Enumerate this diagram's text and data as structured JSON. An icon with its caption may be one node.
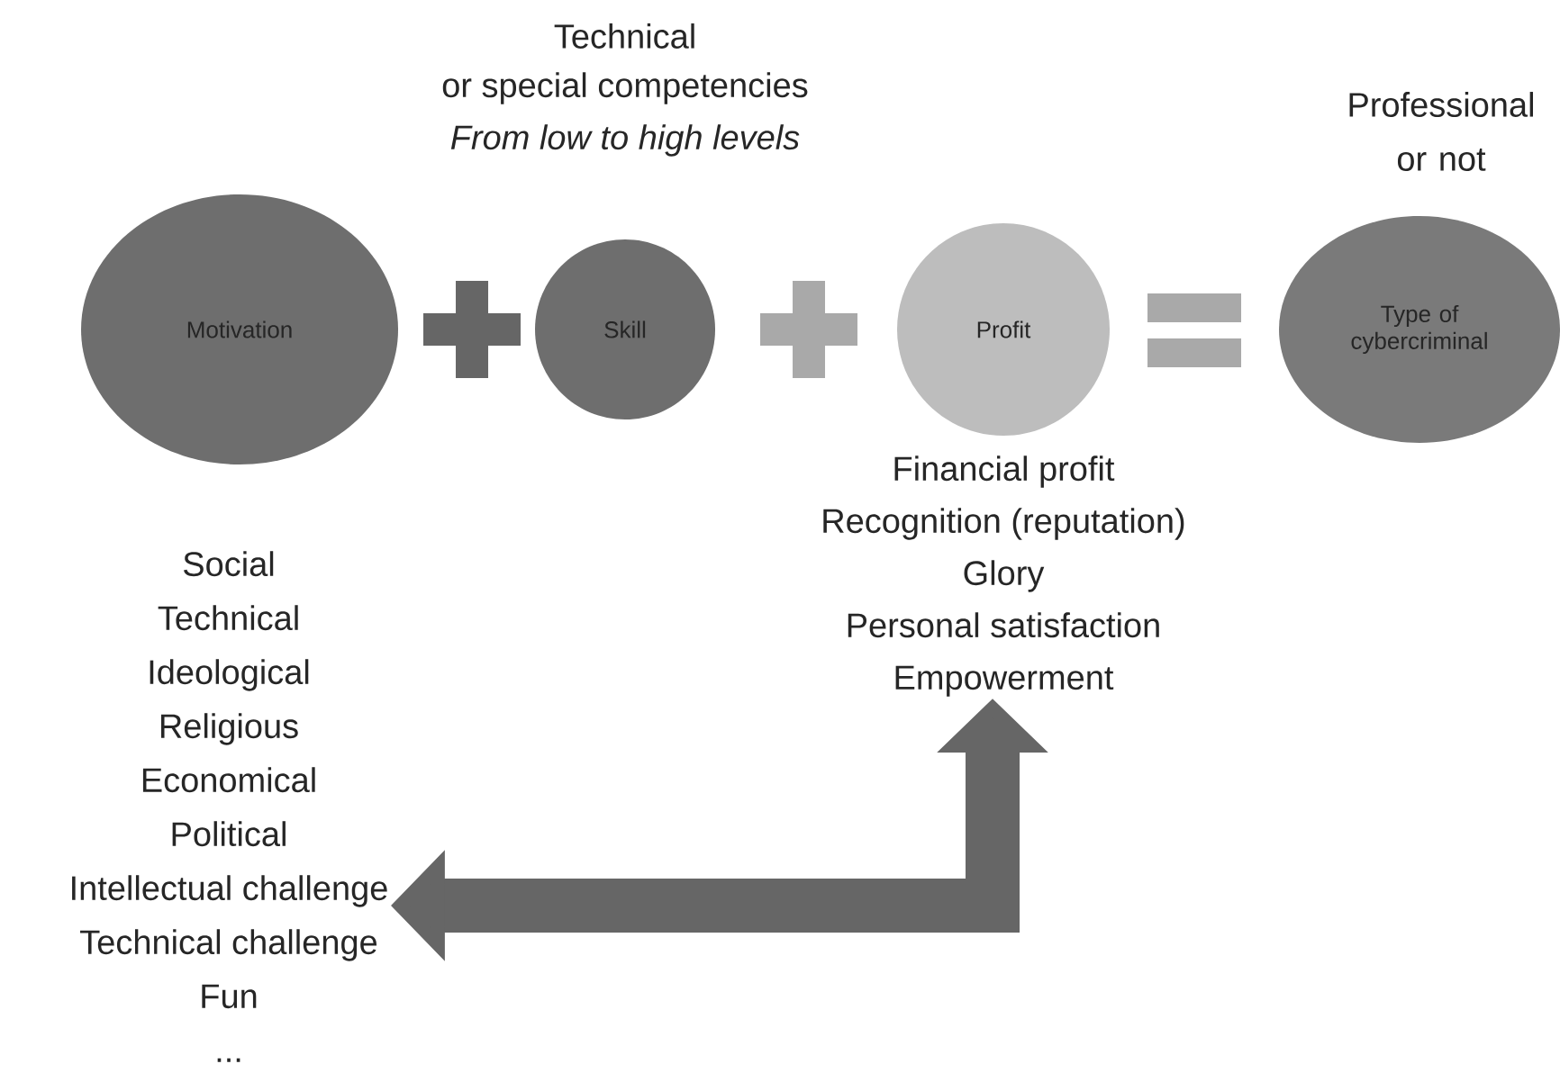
{
  "diagram": {
    "nodes": [
      {
        "text": [
          "Motivation"
        ]
      },
      {
        "text": [
          "Skill"
        ],
        "beside": [
          "Technical",
          "or special competencies",
          "From low to high levels"
        ]
      },
      {
        "text": [
          "Profit"
        ]
      },
      {
        "text": [
          "Type of cybercriminal"
        ],
        "beside": [
          "Professional or not"
        ]
      },
      {
        "text": [
          "Social",
          "Technical",
          "Ideological",
          "Religious",
          "Economical",
          "Political",
          "Intellectual challenge",
          "Technical challenge",
          "Fun",
          "..."
        ]
      },
      {
        "text": [
          "Financial profit",
          "Recognition (reputation)",
          "Glory",
          "Personal satisfaction",
          "Empowerment"
        ]
      }
    ],
    "edges": [
      {
        "from": 4,
        "to": 5,
        "arrow": "both"
      }
    ]
  }
}
